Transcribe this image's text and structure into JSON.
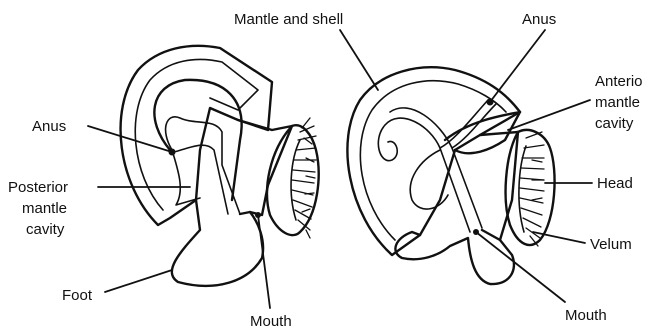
{
  "labels": {
    "mantle_and_shell": "Mantle and shell",
    "anus_right": "Anus",
    "anterior_mantle": "Anterio",
    "anterior_mantle_2": "mantle",
    "anterior_mantle_3": "cavity",
    "anus_left": "Anus",
    "posterior_1": "Posterior",
    "posterior_2": "mantle",
    "posterior_3": "cavity",
    "head": "Head",
    "velum": "Velum",
    "foot": "Foot",
    "mouth_left": "Mouth",
    "mouth_right": "Mouth"
  }
}
